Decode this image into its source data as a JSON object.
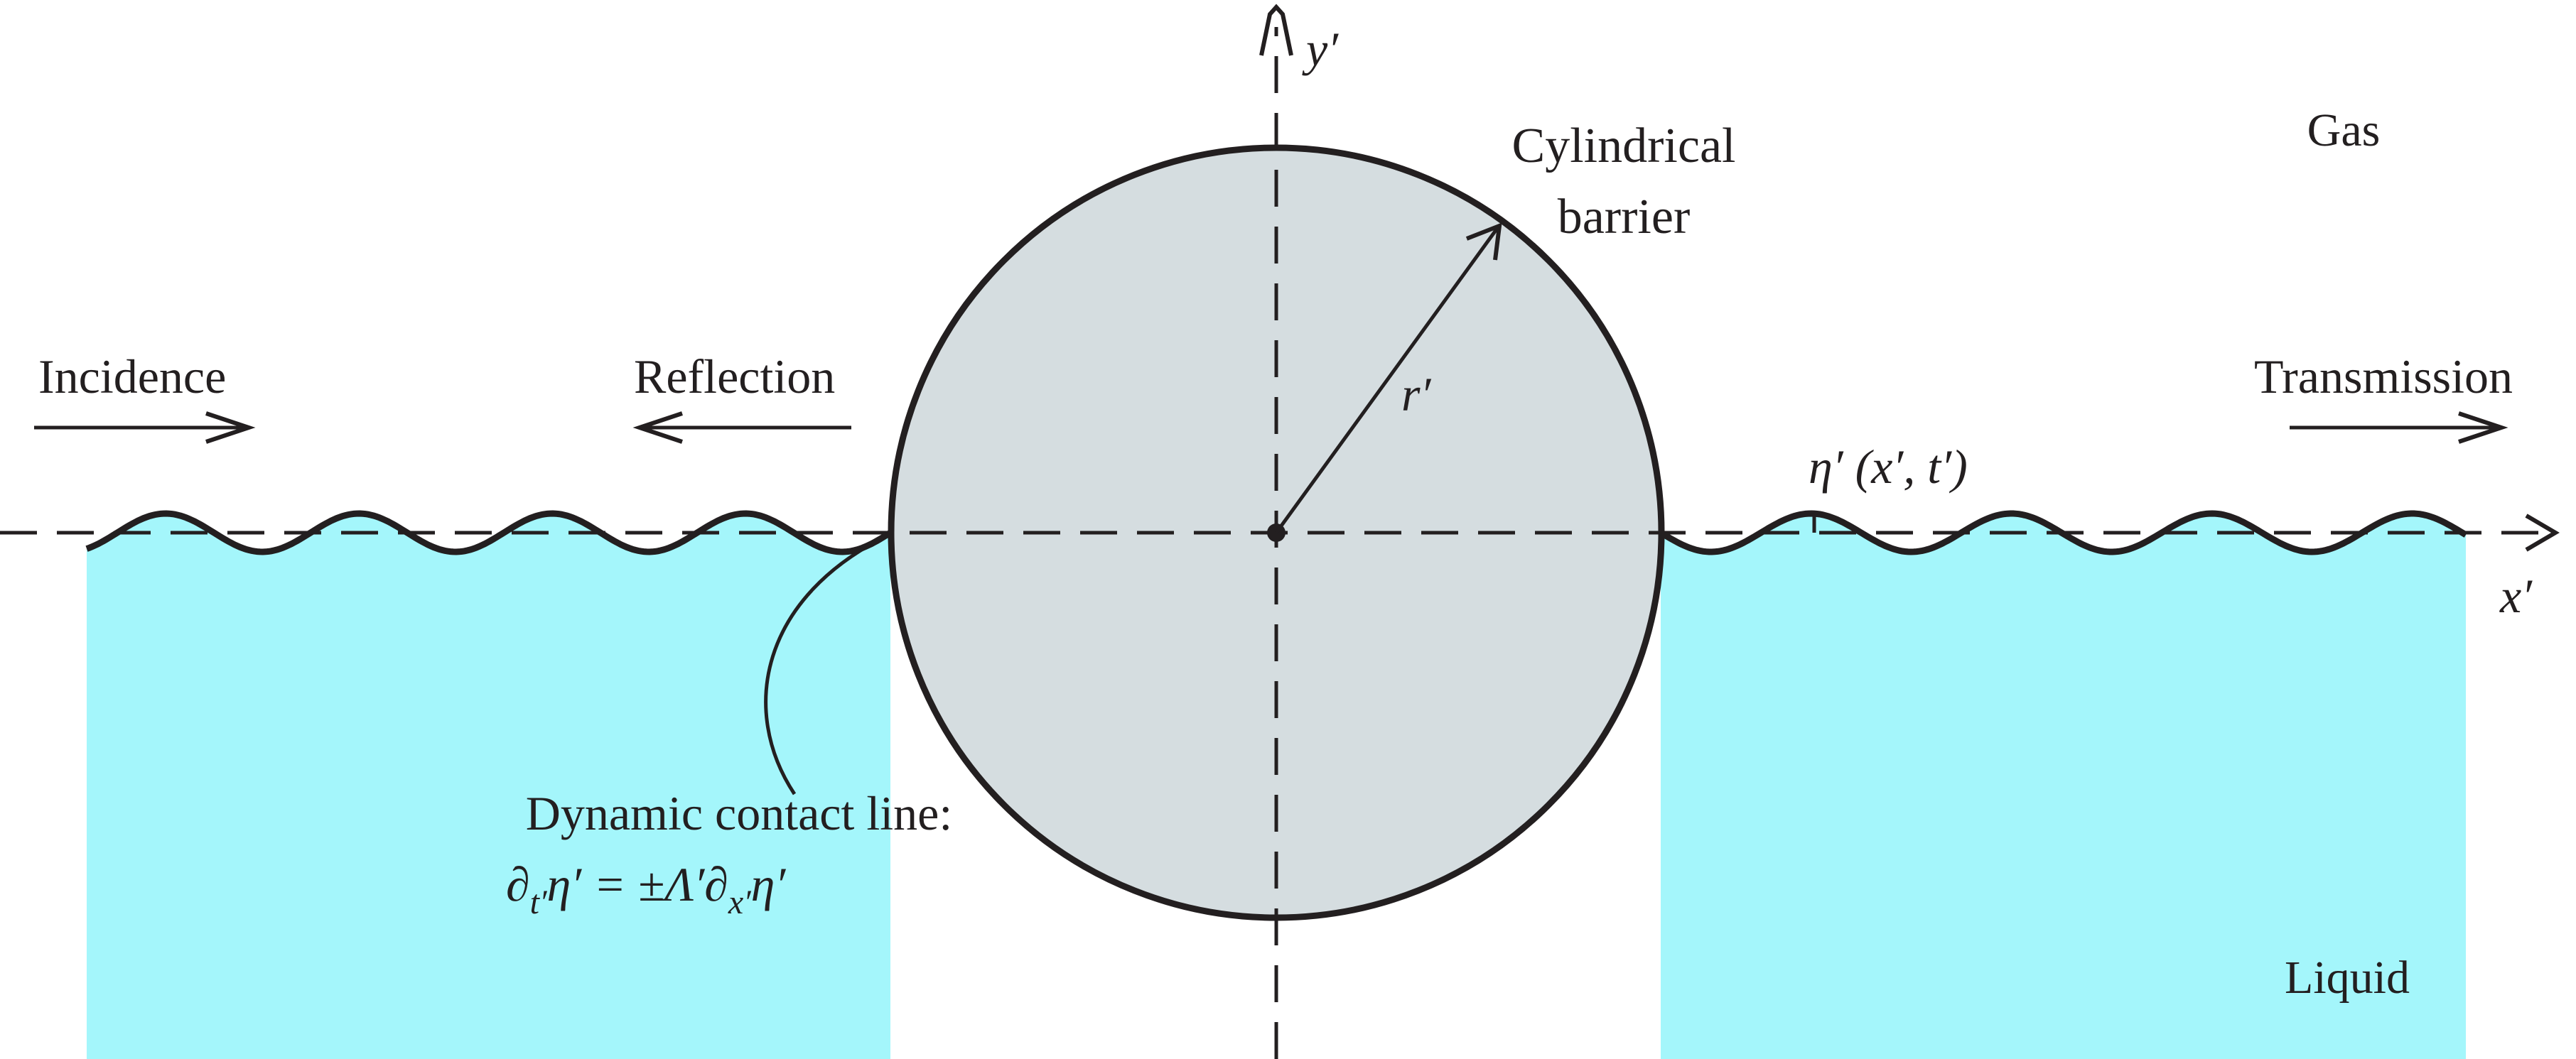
{
  "labels": {
    "gas": "Gas",
    "liquid": "Liquid",
    "barrier_line1": "Cylindrical",
    "barrier_line2": "barrier",
    "incidence": "Incidence",
    "reflection": "Reflection",
    "transmission": "Transmission",
    "radius": "r′",
    "y_axis": "y′",
    "x_axis": "x′",
    "surface_elevation": "η′ (x′, t′)",
    "contact_line_title": "Dynamic contact line:",
    "contact_line_eq": {
      "d1": "∂",
      "sub1": "t′",
      "mid": "η′ = ±Λ′∂",
      "sub2": "x′",
      "end": "η′"
    }
  },
  "colors": {
    "liquid": "#a4f6fb",
    "barrier": "#d5dde0",
    "ink": "#231f20",
    "background": "#ffffff"
  }
}
